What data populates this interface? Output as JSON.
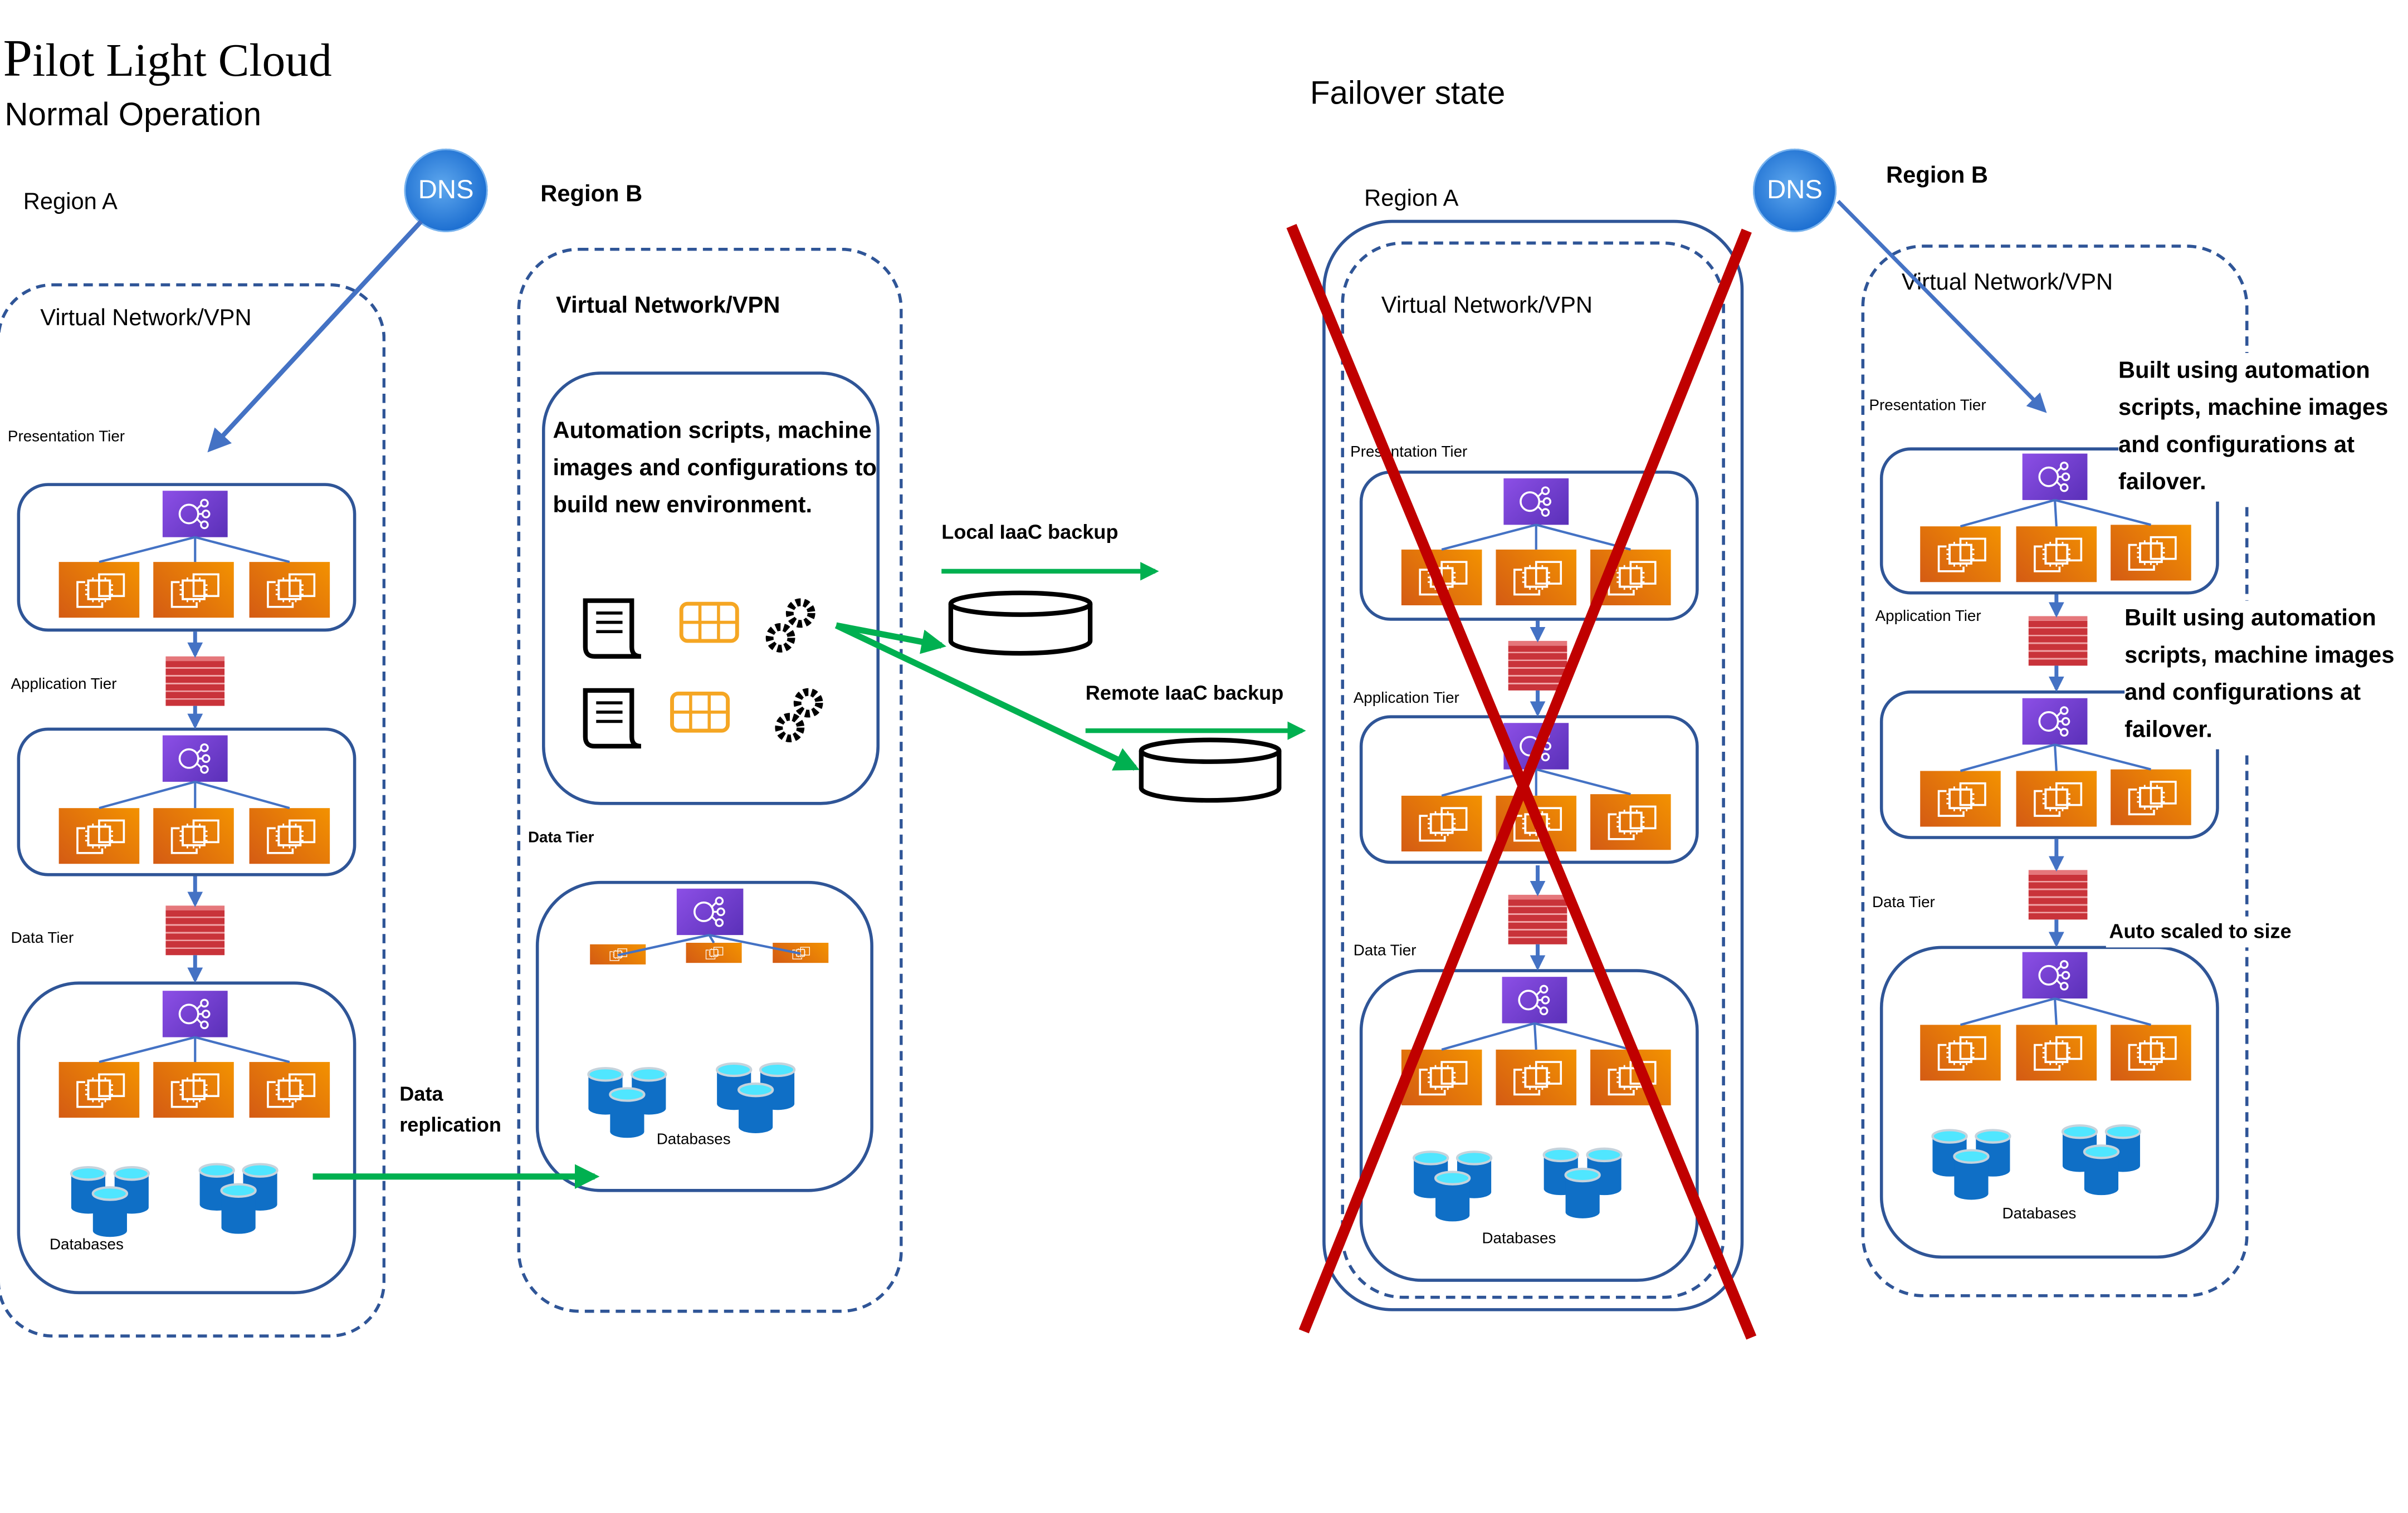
{
  "title": {
    "first_letter": "P",
    "rest": "ilot Light Cloud"
  },
  "normal": {
    "heading": "Normal Operation",
    "region_a": {
      "label": "Region A",
      "vnet_label": "Virtual Network/VPN",
      "tiers": {
        "presentation": "Presentation Tier",
        "application": "Application Tier",
        "data": "Data Tier"
      },
      "databases_label": "Databases"
    },
    "region_b": {
      "label": "Region B",
      "vnet_label": "Virtual Network/VPN",
      "automation_text": "Automation scripts, machine images and configurations to build new environment.",
      "data_tier_label": "Data Tier",
      "databases_label": "Databases"
    },
    "dns_label": "DNS",
    "data_replication_label_1": "Data",
    "data_replication_label_2": "replication",
    "local_backup_label": "Local IaaC backup",
    "remote_backup_label": "Remote IaaC backup"
  },
  "failover": {
    "heading": "Failover state",
    "dns_label": "DNS",
    "region_a": {
      "label": "Region A",
      "vnet_label": "Virtual Network/VPN",
      "tiers": {
        "presentation": "Presentation Tier",
        "application": "Application Tier",
        "data": "Data Tier"
      },
      "databases_label": "Databases",
      "status": "failed"
    },
    "region_b": {
      "label": "Region B",
      "vnet_label": "Virtual Network/VPN",
      "tiers": {
        "presentation": "Presentation Tier",
        "application": "Application Tier",
        "data": "Data Tier"
      },
      "databases_label": "Databases",
      "note_presentation": "Built using automation scripts, machine images and configurations at failover.",
      "note_application": "Built using automation scripts, machine images and configurations at failover.",
      "note_data": "Auto scaled to size"
    }
  },
  "colors": {
    "container_border": "#2f5597",
    "arrow_blue": "#4472c4",
    "replication_green": "#00b050",
    "failure_red": "#c00000",
    "load_balancer": "#7b45d8",
    "compute": "#e8760c",
    "firewall": "#c9333a",
    "database": "#0f6fc6",
    "artifact_orange": "#f5a623"
  }
}
